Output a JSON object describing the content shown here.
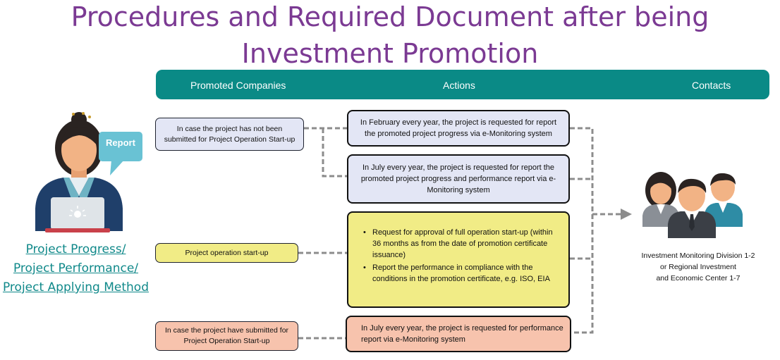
{
  "title": "Procedures and Required Document after being Investment Promotion",
  "header": {
    "col1": "Promoted Companies",
    "col2": "Actions",
    "col3": "Contacts"
  },
  "speech_bubble": "Report",
  "left_link": {
    "line1": "Project Progress/",
    "line2": "Project Performance/",
    "line3": "Project Applying Method"
  },
  "cases": {
    "not_submitted": "In case the project has not been submitted for Project Operation Start-up",
    "started": "Project operation start-up",
    "submitted": "In case the project have submitted for Project Operation Start-up"
  },
  "actions": {
    "february": "In February every year, the project is requested for report the promoted project progress via e-Monitoring system",
    "july_progress": "In July every year, the project is requested for report the promoted project progress and performance report via e-Monitoring system",
    "startup_items": [
      "Request for approval of full operation start-up (within 36 months as from the date of promotion certificate issuance)",
      "Report the performance in compliance with the conditions in the promotion certificate, e.g. ISO, EIA"
    ],
    "july_performance": "In July every year, the project is requested for performance report via e-Monitoring system"
  },
  "contact": {
    "line1": "Investment Monitoring Division 1-2",
    "line2": "or Regional Investment",
    "line3": "and Economic Center 1-7"
  },
  "colors": {
    "title": "#7b3a93",
    "header_bar": "#0a8a86",
    "blue_box": "#e3e6f5",
    "yellow_box": "#f1ec86",
    "salmon_box": "#f7c3ad",
    "link": "#10898a"
  }
}
